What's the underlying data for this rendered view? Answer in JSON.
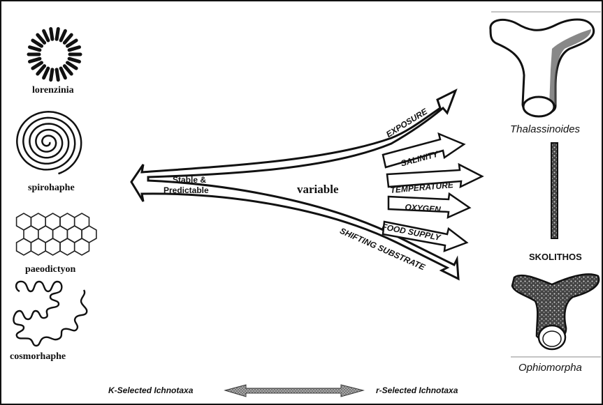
{
  "left_fossils": [
    {
      "name": "lorenzinia"
    },
    {
      "name": "spirohaphe"
    },
    {
      "name": "paeodictyon"
    },
    {
      "name": "cosmorhaphe"
    }
  ],
  "center": {
    "stable_line1": "Stable &",
    "stable_line2": "Predictable",
    "variable": "variable"
  },
  "factors": [
    "EXPOSURE",
    "SALINITY",
    "TEMPERATURE",
    "OXYGEN",
    "FOOD SUPPLY",
    "SHIFTING SUBSTRATE"
  ],
  "right_fossils": [
    {
      "name": "Thalassinoides"
    },
    {
      "name": "SKOLITHOS"
    },
    {
      "name": "Ophiomorpha"
    }
  ],
  "bottom": {
    "left": "K-Selected Ichnotaxa",
    "right": "r-Selected Ichnotaxa"
  }
}
